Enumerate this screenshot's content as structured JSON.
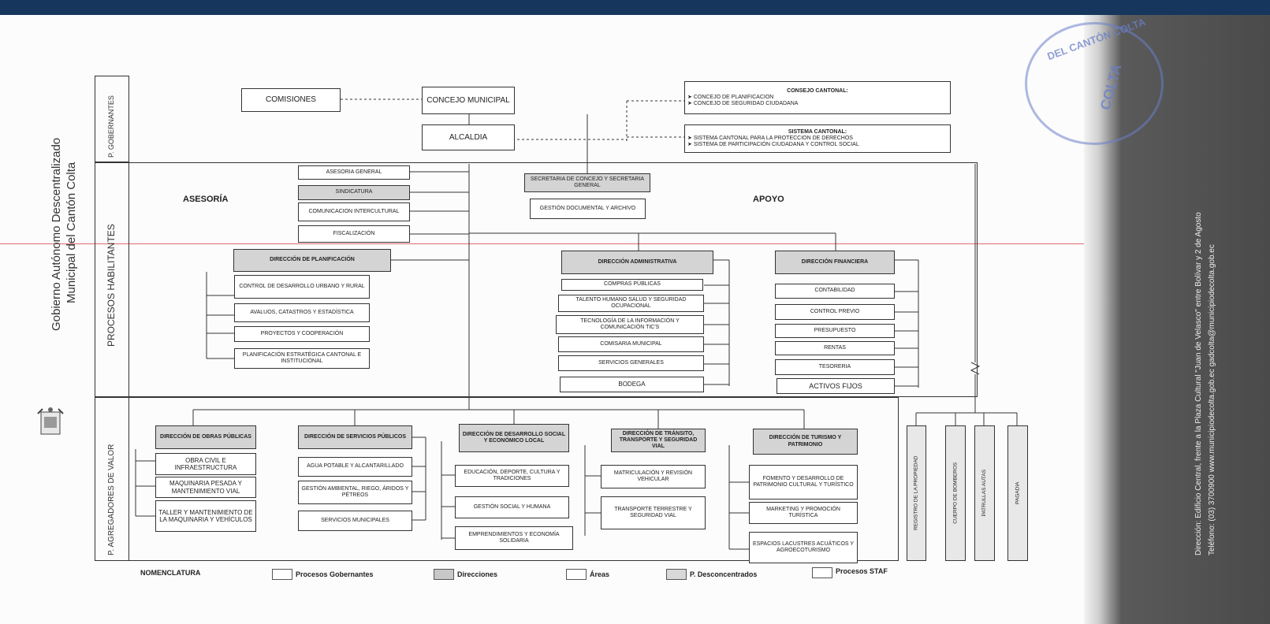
{
  "header_bar": {
    "color": "#17365d"
  },
  "sidebar": {
    "entity_line1": "Gobierno Autónomo Descentralizado",
    "entity_line2": "Municipal del Cantón Colta",
    "logo_icon": "municipal-coat-of-arms"
  },
  "footer_side": {
    "line1": "Dirección: Edificio Central, frente a la Plaza Cultural \"Juan de Velasco\" entre Bolívar y 2 de Agosto",
    "line2": "Teléfono: (03) 3700900   www.municipiodecolta.gob.ec   gadcolta@municipiodecolta.gob.ec"
  },
  "stamp": {
    "text": "DEL CANTÓN COLTA",
    "inner": "COLTA"
  },
  "rows": {
    "gobernantes": "P. GOBERNANTES",
    "habilitantes": "PROCESOS HABILITANTES",
    "agregadores": "P. AGREGADORES DE VALOR"
  },
  "gobernantes": {
    "comisiones": "COMISIONES",
    "concejo": "CONCEJO MUNICIPAL",
    "alcaldia": "ALCALDIA",
    "consejo_cantonal": {
      "title": "CONSEJO CANTONAL:",
      "items": [
        "CONCEJO DE PLANIFICACION",
        "CONCEJO DE SEGURIDAD CIUDADANA"
      ]
    },
    "sistema_cantonal": {
      "title": "SISTEMA CANTONAL:",
      "items": [
        "SISTEMA CANTONAL PARA LA PROTECCION DE DERECHOS",
        "SISTEMA DE PARTICIPACIÓN CIUDADANA Y CONTROL SOCIAL"
      ]
    }
  },
  "habilitantes": {
    "asesoria_label": "ASESORÍA",
    "apoyo_label": "APOYO",
    "asesoria": [
      "ASESORIA GENERAL",
      "SINDICATURA",
      "COMUNICACION INTERCULTURAL",
      "FISCALIZACIÓN"
    ],
    "secretaria": "SECRETARIA DE CONCEJO Y SECRETARIA GENERAL",
    "gestion_doc": "GESTIÓN DOCUMENTAL Y ARCHIVO",
    "planificacion": {
      "title": "DIRECCIÓN DE PLANIFICACIÓN",
      "items": [
        "CONTROL DE DESARROLLO URBANO Y RURAL",
        "AVALUOS, CATASTROS Y ESTADÍSTICA",
        "PROYECTOS Y COOPERACIÓN",
        "PLANIFICACIÓN ESTRATÉGICA CANTONAL E INSTITUCIONAL"
      ]
    },
    "administrativa": {
      "title": "DIRECCIÓN ADMINISTRATIVA",
      "items": [
        "COMPRAS PÚBLICAS",
        "TALENTO HUMANO SALUD Y SEGURIDAD OCUPACIONAL",
        "TECNOLOGÍA DE LA INFORMACIÓN Y COMUNICACIÓN TIC'S",
        "COMISARIA MUNICIPAL",
        "SERVICIOS GENERALES",
        "BODEGA"
      ]
    },
    "financiera": {
      "title": "DIRECCIÓN FINANCIERA",
      "items": [
        "CONTABILIDAD",
        "CONTROL PREVIO",
        "PRESUPUESTO",
        "RENTAS",
        "TESORERIA",
        "ACTIVOS FIJOS"
      ]
    }
  },
  "agregadores": {
    "obras": {
      "title": "DIRECCIÓN DE OBRAS PÚBLICAS",
      "items": [
        "OBRA CIVIL E INFRAESTRUCTURA",
        "MAQUINARIA PESADA Y MANTENIMIENTO VIAL",
        "TALLER Y MANTENIMIENTO DE LA MAQUINARIA Y VEHÍCULOS"
      ]
    },
    "servicios": {
      "title": "DIRECCIÓN DE SERVICIOS PÚBLICOS",
      "items": [
        "AGUA POTABLE Y ALCANTARILLADO",
        "GESTIÓN AMBIENTAL, RIEGO, ÁRIDOS Y PÉTREOS",
        "SERVICIOS MUNICIPALES"
      ]
    },
    "social": {
      "title": "DIRECCIÓN DE DESARROLLO SOCIAL Y ECONÓMICO LOCAL",
      "items": [
        "EDUCACIÓN, DEPORTE, CULTURA Y TRADICIONES",
        "GESTIÓN SOCIAL Y HUMANA",
        "EMPRENDIMIENTOS Y ECONOMÍA SOLIDARIA"
      ]
    },
    "transito": {
      "title": "DIRECCIÓN DE TRÁNSITO, TRANSPORTE Y SEGURIDAD VIAL",
      "items": [
        "MATRICULACIÓN Y REVISIÓN VEHICULAR",
        "TRANSPORTE TERRESTRE Y SEGURIDAD VIAL"
      ]
    },
    "turismo": {
      "title": "DIRECCIÓN DE TURISMO Y PATRIMONIO",
      "items": [
        "FOMENTO Y DESARROLLO DE PATRIMONIO CULTURAL Y TURÍSTICO",
        "MARKETING Y PROMOCIÓN TURÍSTICA",
        "ESPACIOS LACUSTRES ACUÁTICOS Y AGROECOTURISMO"
      ]
    }
  },
  "desconcentrados": [
    "REGISTRO DE LA PROPIEDAD",
    "CUERPO DE BOMBEROS",
    "PATRULLAS AUTAS",
    "PAGADIA"
  ],
  "legend": {
    "title": "NOMENCLATURA",
    "items": [
      {
        "label": "Procesos Gobernantes",
        "color": "#ffffff"
      },
      {
        "label": "Direcciones",
        "color": "#c8c8c8"
      },
      {
        "label": "Áreas",
        "color": "#ffffff"
      },
      {
        "label": "P. Desconcentrados",
        "color": "#d8d8d8"
      },
      {
        "label": "Procesos STAF",
        "color": "#ffffff"
      }
    ]
  }
}
